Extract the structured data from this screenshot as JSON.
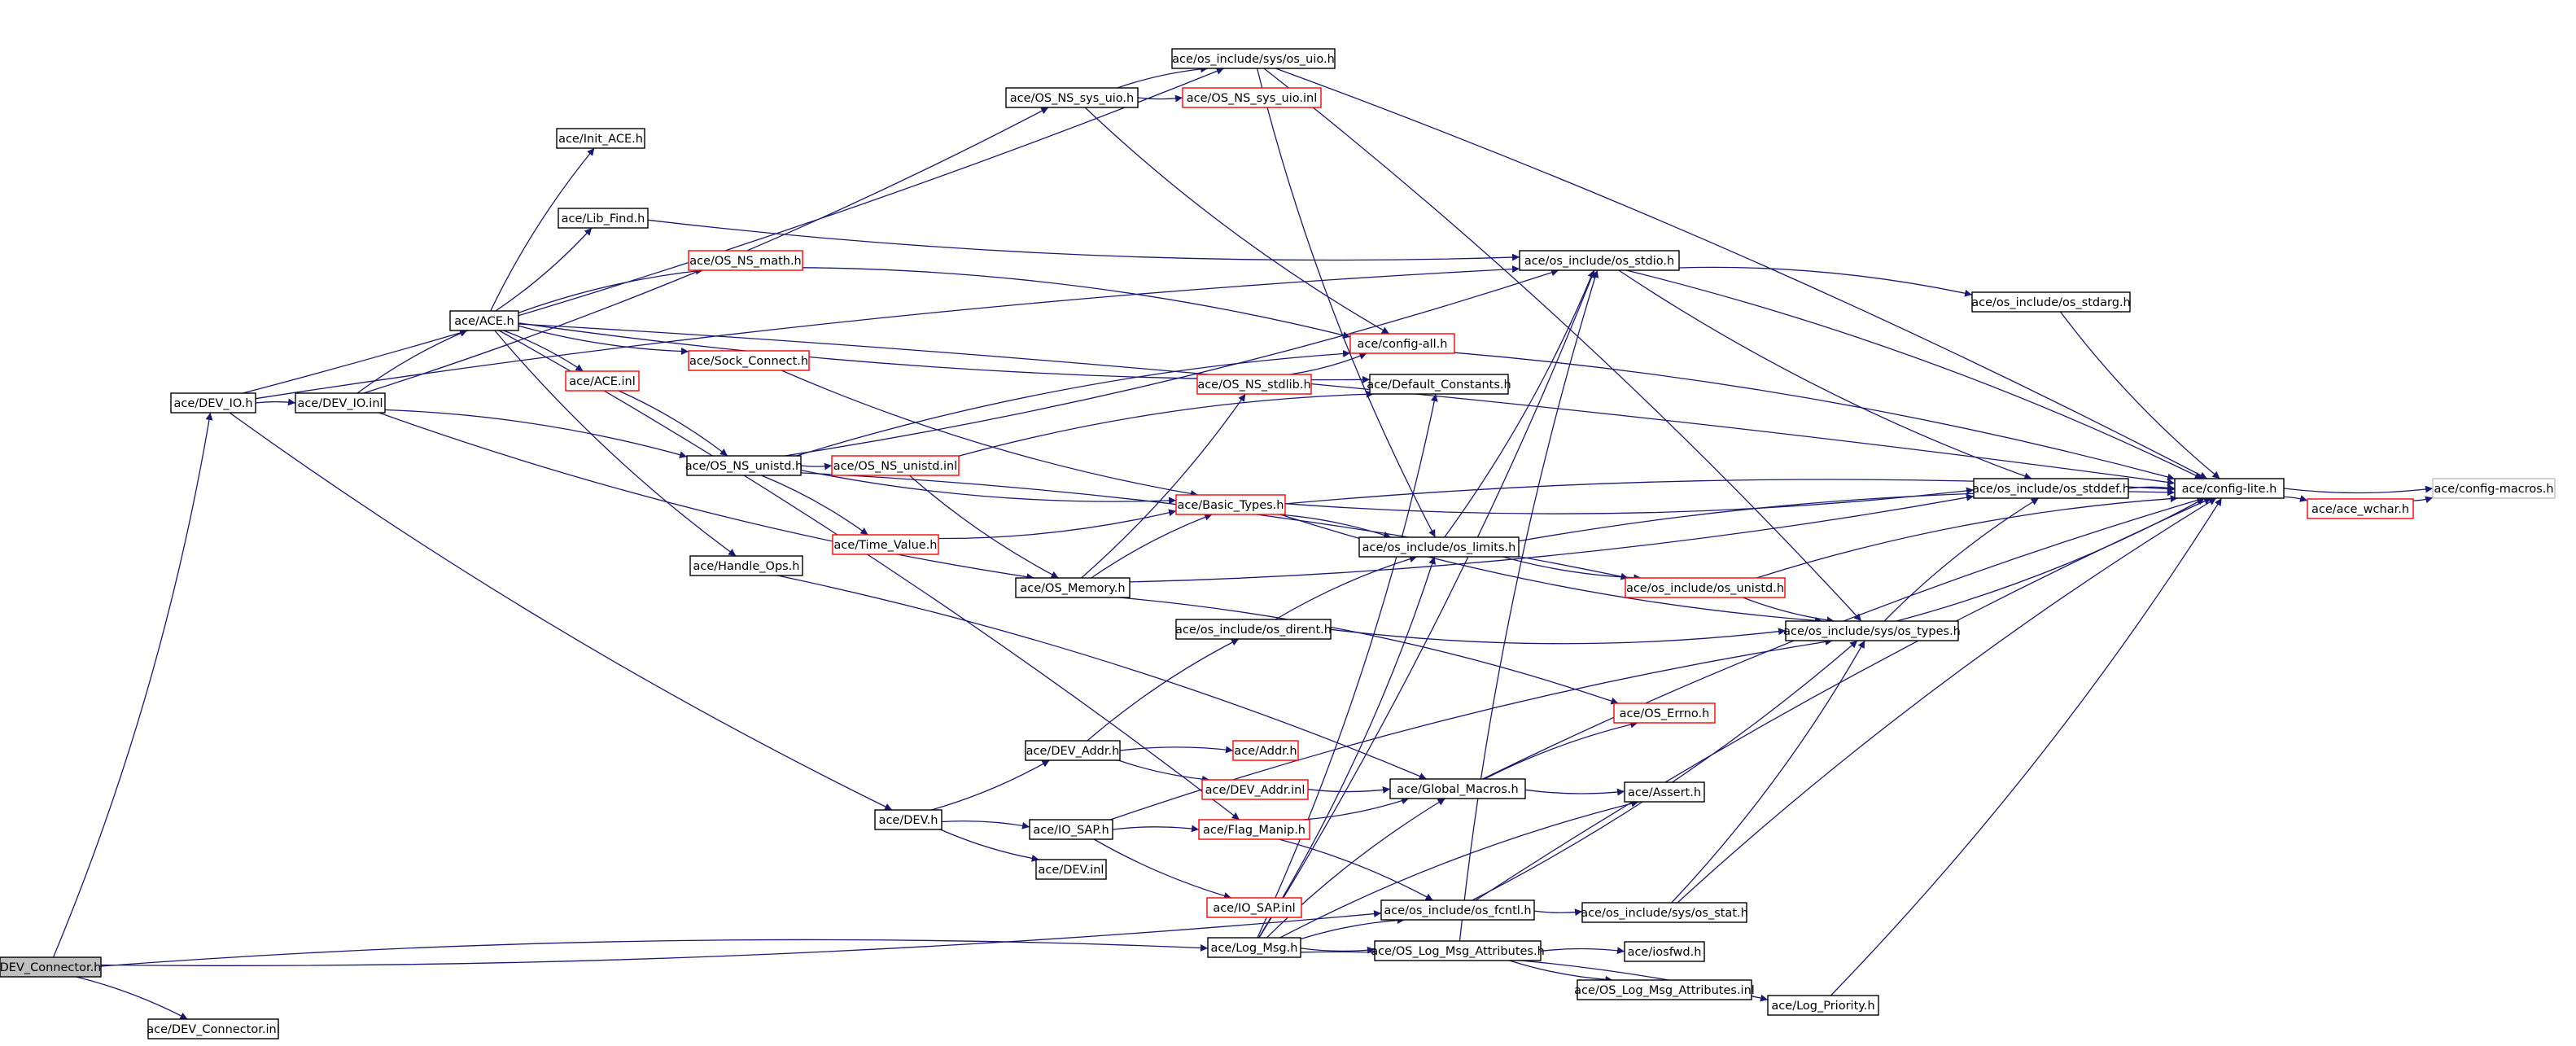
{
  "diagram": {
    "title": "",
    "colors": {
      "edge": "#191970",
      "node_border_normal": "#000000",
      "node_border_truncated": "#ff0000",
      "node_border_external": "#bfbfbf",
      "node_fill": "#ffffff",
      "node_fill_root": "#bfbfbf"
    },
    "nodes": [
      {
        "id": "n1",
        "label": "DEV_Connector.h",
        "style": "root"
      },
      {
        "id": "n2",
        "label": "ace/DEV_Connector.inl",
        "style": "normal"
      },
      {
        "id": "n3",
        "label": "ace/DEV_IO.h",
        "style": "normal"
      },
      {
        "id": "n4",
        "label": "ace/DEV_IO.inl",
        "style": "normal"
      },
      {
        "id": "n5",
        "label": "ace/ACE.h",
        "style": "normal"
      },
      {
        "id": "n6",
        "label": "ace/Init_ACE.h",
        "style": "normal"
      },
      {
        "id": "n7",
        "label": "ace/Lib_Find.h",
        "style": "normal"
      },
      {
        "id": "n8",
        "label": "ace/OS_NS_math.h",
        "style": "truncated"
      },
      {
        "id": "n9",
        "label": "ace/Sock_Connect.h",
        "style": "truncated"
      },
      {
        "id": "n10",
        "label": "ace/ACE.inl",
        "style": "truncated"
      },
      {
        "id": "n11",
        "label": "ace/OS_NS_unistd.h",
        "style": "normal"
      },
      {
        "id": "n12",
        "label": "ace/OS_NS_unistd.inl",
        "style": "truncated"
      },
      {
        "id": "n13",
        "label": "ace/Time_Value.h",
        "style": "truncated"
      },
      {
        "id": "n14",
        "label": "ace/Handle_Ops.h",
        "style": "normal"
      },
      {
        "id": "n15",
        "label": "ace/OS_Memory.h",
        "style": "normal"
      },
      {
        "id": "n16",
        "label": "ace/OS_NS_sys_uio.h",
        "style": "normal"
      },
      {
        "id": "n17",
        "label": "ace/OS_NS_sys_uio.inl",
        "style": "truncated"
      },
      {
        "id": "n18",
        "label": "ace/os_include/sys/os_uio.h",
        "style": "normal"
      },
      {
        "id": "n19",
        "label": "ace/OS_NS_stdlib.h",
        "style": "truncated"
      },
      {
        "id": "n20",
        "label": "ace/config-all.h",
        "style": "truncated"
      },
      {
        "id": "n21",
        "label": "ace/Default_Constants.h",
        "style": "normal"
      },
      {
        "id": "n22",
        "label": "ace/Basic_Types.h",
        "style": "truncated"
      },
      {
        "id": "n23",
        "label": "ace/os_include/os_limits.h",
        "style": "normal"
      },
      {
        "id": "n24",
        "label": "ace/os_include/os_dirent.h",
        "style": "normal"
      },
      {
        "id": "n25",
        "label": "ace/os_include/os_stdio.h",
        "style": "normal"
      },
      {
        "id": "n26",
        "label": "ace/os_include/os_stdarg.h",
        "style": "normal"
      },
      {
        "id": "n27",
        "label": "ace/os_include/os_stddef.h",
        "style": "normal"
      },
      {
        "id": "n28",
        "label": "ace/config-lite.h",
        "style": "normal"
      },
      {
        "id": "n29",
        "label": "ace/config-macros.h",
        "style": "external"
      },
      {
        "id": "n30",
        "label": "ace/ace_wchar.h",
        "style": "truncated"
      },
      {
        "id": "n31",
        "label": "ace/os_include/os_unistd.h",
        "style": "truncated"
      },
      {
        "id": "n32",
        "label": "ace/os_include/sys/os_types.h",
        "style": "normal"
      },
      {
        "id": "n33",
        "label": "ace/OS_Errno.h",
        "style": "truncated"
      },
      {
        "id": "n34",
        "label": "ace/DEV_Addr.h",
        "style": "normal"
      },
      {
        "id": "n35",
        "label": "ace/Addr.h",
        "style": "truncated"
      },
      {
        "id": "n36",
        "label": "ace/DEV_Addr.inl",
        "style": "truncated"
      },
      {
        "id": "n37",
        "label": "ace/Global_Macros.h",
        "style": "normal"
      },
      {
        "id": "n38",
        "label": "ace/Assert.h",
        "style": "normal"
      },
      {
        "id": "n39",
        "label": "ace/DEV.h",
        "style": "normal"
      },
      {
        "id": "n40",
        "label": "ace/IO_SAP.h",
        "style": "normal"
      },
      {
        "id": "n41",
        "label": "ace/Flag_Manip.h",
        "style": "truncated"
      },
      {
        "id": "n42",
        "label": "ace/DEV.inl",
        "style": "normal"
      },
      {
        "id": "n43",
        "label": "ace/IO_SAP.inl",
        "style": "truncated"
      },
      {
        "id": "n44",
        "label": "ace/os_include/os_fcntl.h",
        "style": "normal"
      },
      {
        "id": "n45",
        "label": "ace/os_include/sys/os_stat.h",
        "style": "normal"
      },
      {
        "id": "n46",
        "label": "ace/Log_Msg.h",
        "style": "normal"
      },
      {
        "id": "n47",
        "label": "ace/OS_Log_Msg_Attributes.h",
        "style": "normal"
      },
      {
        "id": "n48",
        "label": "ace/iosfwd.h",
        "style": "normal"
      },
      {
        "id": "n49",
        "label": "ace/OS_Log_Msg_Attributes.inl",
        "style": "normal"
      },
      {
        "id": "n50",
        "label": "ace/Log_Priority.h",
        "style": "normal"
      }
    ],
    "edges": [
      [
        "n1",
        "n2"
      ],
      [
        "n1",
        "n3"
      ],
      [
        "n1",
        "n46"
      ],
      [
        "n1",
        "n44"
      ],
      [
        "n3",
        "n4"
      ],
      [
        "n3",
        "n18"
      ],
      [
        "n3",
        "n25"
      ],
      [
        "n3",
        "n39"
      ],
      [
        "n4",
        "n5"
      ],
      [
        "n4",
        "n16"
      ],
      [
        "n4",
        "n11"
      ],
      [
        "n4",
        "n15"
      ],
      [
        "n5",
        "n6"
      ],
      [
        "n5",
        "n7"
      ],
      [
        "n5",
        "n8"
      ],
      [
        "n5",
        "n9"
      ],
      [
        "n5",
        "n10"
      ],
      [
        "n5",
        "n14"
      ],
      [
        "n5",
        "n41"
      ],
      [
        "n5",
        "n21"
      ],
      [
        "n5",
        "n28"
      ],
      [
        "n7",
        "n25"
      ],
      [
        "n8",
        "n20"
      ],
      [
        "n9",
        "n22"
      ],
      [
        "n10",
        "n11"
      ],
      [
        "n11",
        "n12"
      ],
      [
        "n11",
        "n13"
      ],
      [
        "n11",
        "n22"
      ],
      [
        "n11",
        "n20"
      ],
      [
        "n11",
        "n25"
      ],
      [
        "n11",
        "n31"
      ],
      [
        "n12",
        "n15"
      ],
      [
        "n12",
        "n21"
      ],
      [
        "n13",
        "n22"
      ],
      [
        "n14",
        "n37"
      ],
      [
        "n15",
        "n19"
      ],
      [
        "n15",
        "n22"
      ],
      [
        "n15",
        "n27"
      ],
      [
        "n15",
        "n33"
      ],
      [
        "n16",
        "n17"
      ],
      [
        "n16",
        "n18"
      ],
      [
        "n16",
        "n20"
      ],
      [
        "n18",
        "n28"
      ],
      [
        "n18",
        "n23"
      ],
      [
        "n18",
        "n32"
      ],
      [
        "n19",
        "n20"
      ],
      [
        "n20",
        "n28"
      ],
      [
        "n22",
        "n27"
      ],
      [
        "n22",
        "n23"
      ],
      [
        "n22",
        "n32"
      ],
      [
        "n22",
        "n28"
      ],
      [
        "n23",
        "n25"
      ],
      [
        "n23",
        "n28"
      ],
      [
        "n23",
        "n31"
      ],
      [
        "n24",
        "n23"
      ],
      [
        "n24",
        "n32"
      ],
      [
        "n25",
        "n26"
      ],
      [
        "n25",
        "n27"
      ],
      [
        "n25",
        "n28"
      ],
      [
        "n26",
        "n28"
      ],
      [
        "n27",
        "n28"
      ],
      [
        "n28",
        "n29"
      ],
      [
        "n28",
        "n30"
      ],
      [
        "n30",
        "n29"
      ],
      [
        "n31",
        "n28"
      ],
      [
        "n31",
        "n32"
      ],
      [
        "n32",
        "n27"
      ],
      [
        "n32",
        "n28"
      ],
      [
        "n34",
        "n35"
      ],
      [
        "n34",
        "n36"
      ],
      [
        "n34",
        "n24"
      ],
      [
        "n36",
        "n37"
      ],
      [
        "n37",
        "n33"
      ],
      [
        "n37",
        "n38"
      ],
      [
        "n37",
        "n28"
      ],
      [
        "n39",
        "n34"
      ],
      [
        "n39",
        "n40"
      ],
      [
        "n39",
        "n42"
      ],
      [
        "n40",
        "n41"
      ],
      [
        "n40",
        "n43"
      ],
      [
        "n40",
        "n32"
      ],
      [
        "n41",
        "n37"
      ],
      [
        "n41",
        "n44"
      ],
      [
        "n44",
        "n45"
      ],
      [
        "n44",
        "n28"
      ],
      [
        "n44",
        "n32"
      ],
      [
        "n45",
        "n28"
      ],
      [
        "n45",
        "n32"
      ],
      [
        "n46",
        "n44"
      ],
      [
        "n46",
        "n47"
      ],
      [
        "n46",
        "n50"
      ],
      [
        "n46",
        "n23"
      ],
      [
        "n46",
        "n37"
      ],
      [
        "n46",
        "n21"
      ],
      [
        "n46",
        "n38"
      ],
      [
        "n46",
        "n25"
      ],
      [
        "n47",
        "n48"
      ],
      [
        "n47",
        "n49"
      ],
      [
        "n47",
        "n25"
      ],
      [
        "n50",
        "n28"
      ]
    ]
  }
}
